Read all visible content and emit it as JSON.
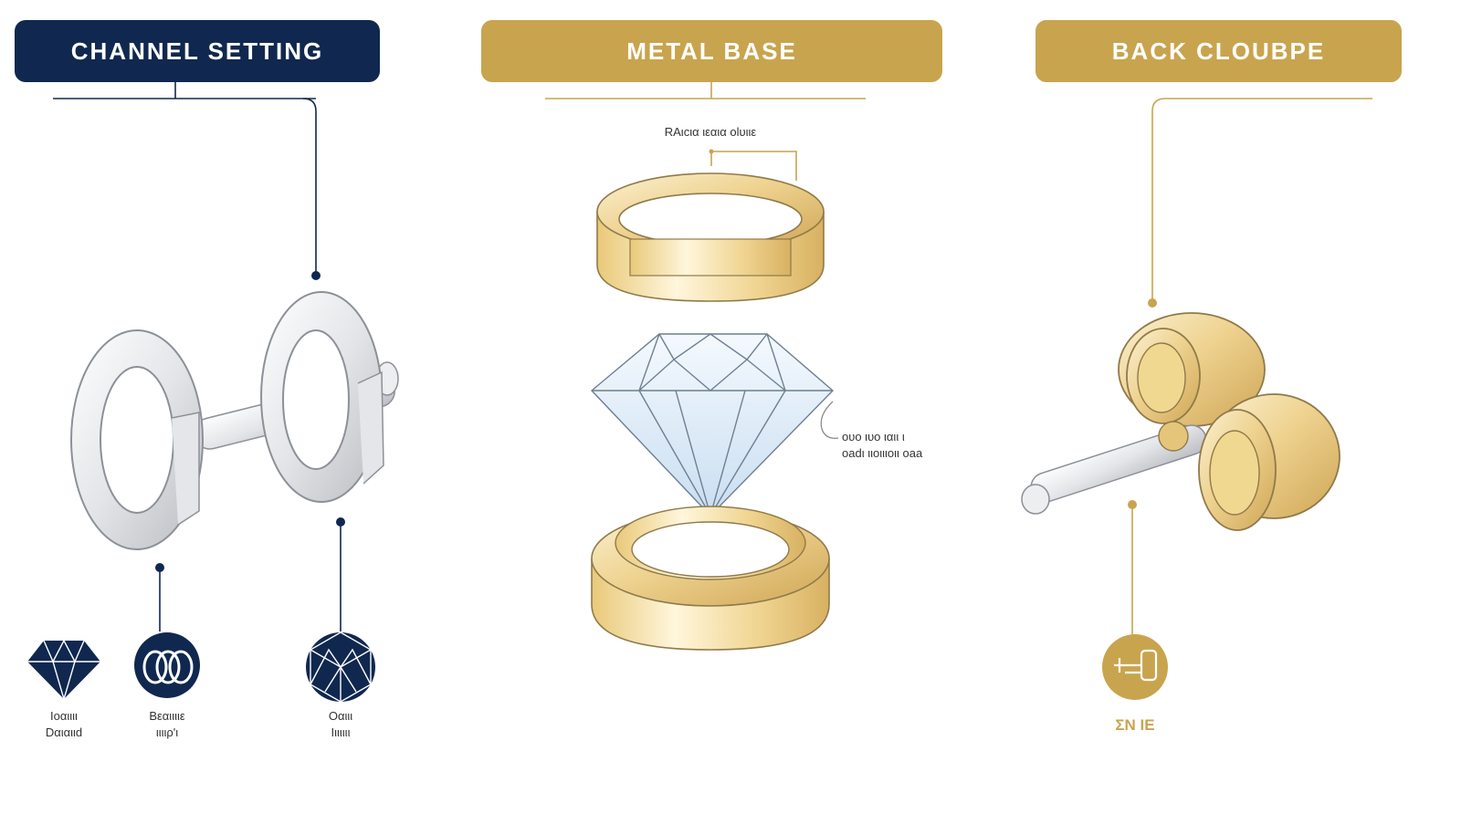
{
  "headers": {
    "channel": "CHANNEL SETTING",
    "metal": "METAL BASE",
    "back": "BACK CLOUBPE"
  },
  "annotations": {
    "top_center": "RAιcια ιεαια olυιιε",
    "diamond_line1": "ουο ιυο ιαιι ι",
    "diamond_line2": "oadι ιιoιιιoιι oaa"
  },
  "icon_labels": {
    "icon1_line1": "Ιοαιιιι",
    "icon1_line2": "Dαιαιιd",
    "icon2_line1": "Βεαιιιιε",
    "icon2_line2": "ιιιιρ'ι",
    "icon3_line1": "Οαιιι",
    "icon3_line2": "Ιιιιιιι",
    "icon4": "ΣΝ ΙΕ"
  },
  "colors": {
    "navy": "#10284f",
    "gold": "#c9a44e",
    "silver": "#d7d9dc",
    "diamond": "#dfeefa"
  }
}
